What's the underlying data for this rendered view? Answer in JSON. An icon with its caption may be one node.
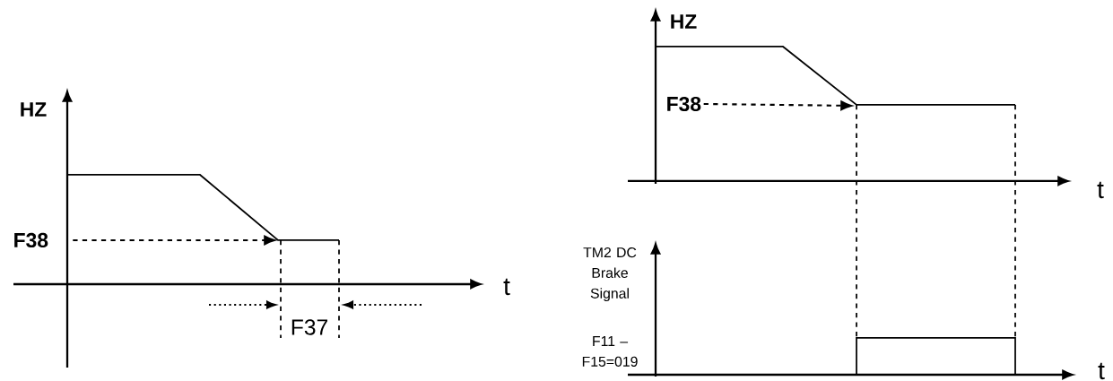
{
  "diagram": {
    "nodes": [
      {
        "text": [
          "F38"
        ]
      },
      {
        "text": [
          "F38"
        ]
      }
    ],
    "edges": [
      {
        "from": 0,
        "to": null,
        "arrow": "to",
        "style": "dashed"
      },
      {
        "from": 1,
        "to": null,
        "arrow": "to",
        "style": "dashed"
      }
    ],
    "labels": [
      "HZ",
      "t",
      "F37",
      "HZ",
      "t",
      "TM2 DC Brake Signal",
      "F11 – F15=019",
      "t"
    ]
  }
}
